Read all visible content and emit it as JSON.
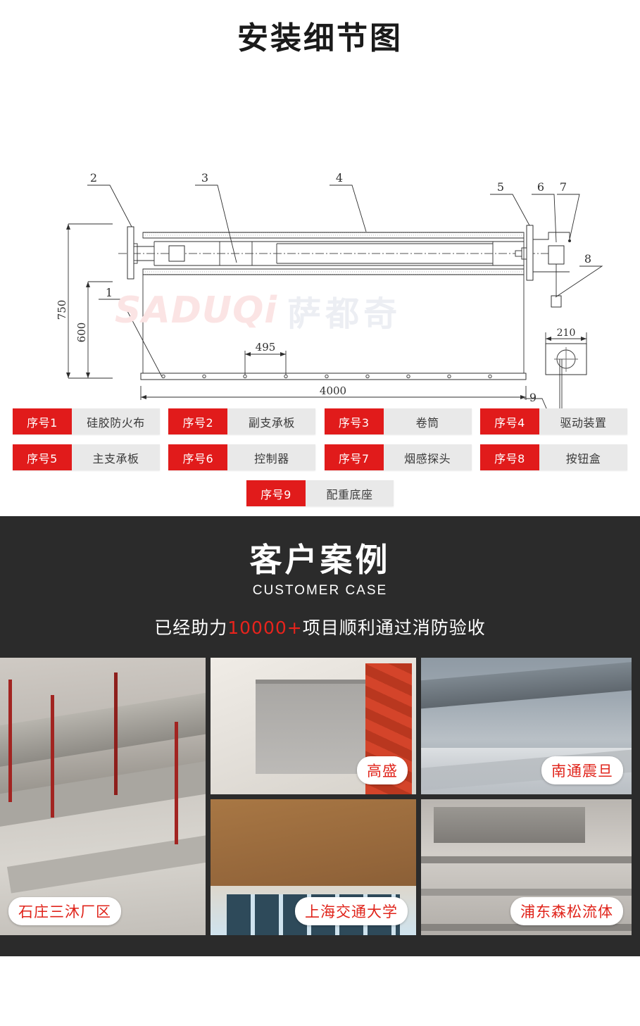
{
  "header": {
    "title": "安装细节图"
  },
  "drawing": {
    "watermark_en": "SADUQi",
    "watermark_cn": "萨都奇",
    "dimensions": {
      "overall_height": "750",
      "curtain_height": "600",
      "bracket_spacing": "495",
      "overall_length": "4000",
      "base_width": "210"
    },
    "callouts": [
      "1",
      "2",
      "3",
      "4",
      "5",
      "6",
      "7",
      "8",
      "9"
    ]
  },
  "legend": {
    "rows": [
      [
        {
          "no": "序号1",
          "name": "硅胶防火布"
        },
        {
          "no": "序号2",
          "name": "副支承板"
        },
        {
          "no": "序号3",
          "name": "卷筒"
        },
        {
          "no": "序号4",
          "name": "驱动装置"
        }
      ],
      [
        {
          "no": "序号5",
          "name": "主支承板"
        },
        {
          "no": "序号6",
          "name": "控制器"
        },
        {
          "no": "序号7",
          "name": "烟感探头"
        },
        {
          "no": "序号8",
          "name": "按钮盒"
        }
      ]
    ],
    "last": {
      "no": "序号9",
      "name": "配重底座"
    }
  },
  "cases": {
    "title": "客户案例",
    "subtitle": "CUSTOMER CASE",
    "tagline_pre": "已经助力",
    "tagline_hl": "10000+",
    "tagline_post": "项目顺利通过消防验收",
    "photos": [
      {
        "caption": "石庄三沐厂区"
      },
      {
        "caption": "高盛"
      },
      {
        "caption": "南通震旦"
      },
      {
        "caption": "上海交通大学"
      },
      {
        "caption": "浦东森松流体"
      }
    ]
  },
  "colors": {
    "accent_red": "#e11b1b",
    "caption_red": "#e0241b",
    "dark_bg": "#2b2b2b",
    "legend_grey": "#e9e9e9"
  }
}
